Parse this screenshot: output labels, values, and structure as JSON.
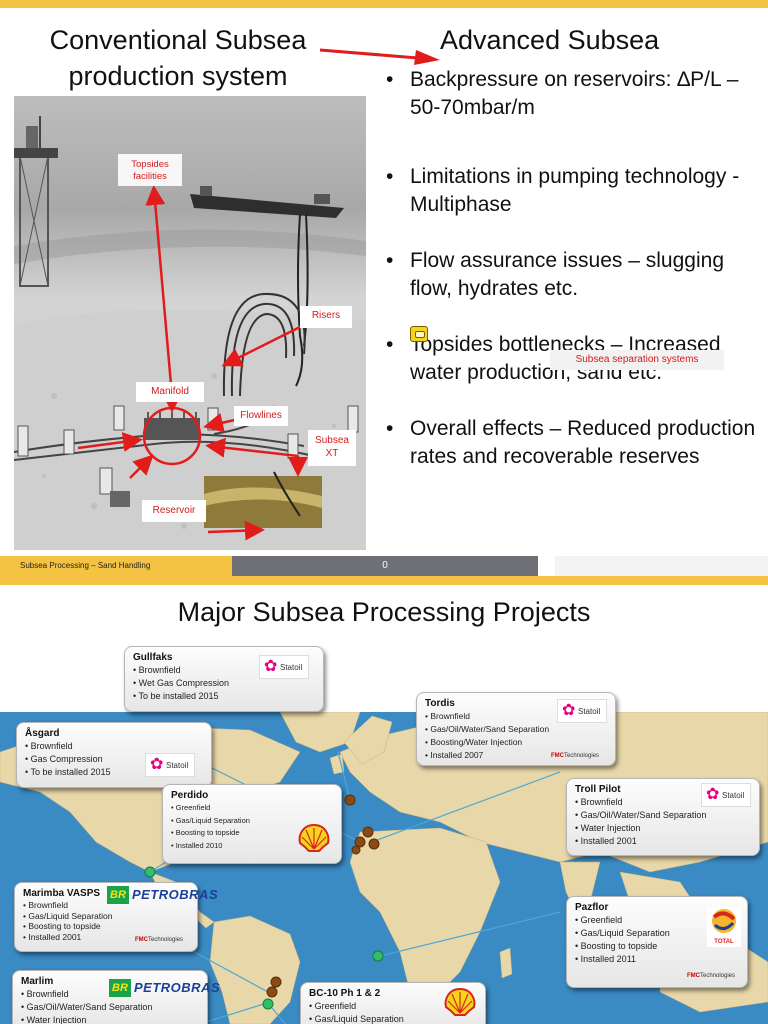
{
  "slide1": {
    "title_left": "Conventional Subsea production system",
    "title_right": "Advanced Subsea",
    "bullets": [
      "Backpressure on reservoirs: ∆P/L – 50-70mbar/m",
      "Limitations in pumping technology - Multiphase",
      "Flow assurance issues – slugging flow, hydrates etc.",
      "Topsides bottlenecks – Increased water production, sand etc.",
      "Overall effects – Reduced production rates and recoverable reserves"
    ],
    "callout": "Subsea separation systems",
    "diagram_labels": {
      "topsides": "Topsides facilities",
      "risers": "Risers",
      "manifold": "Manifold",
      "flowlines": "Flowlines",
      "subsea_xt": "Subsea XT",
      "reservoir": "Reservoir"
    },
    "footer_left": "Subsea Processing – Sand Handling",
    "footer_page": "0",
    "colors": {
      "accent": "#f5c343",
      "label_red": "#d21c1c",
      "footer_gray": "#6f6f76"
    }
  },
  "slide2": {
    "title": "Major Subsea Processing Projects",
    "projects": [
      {
        "name": "Gullfaks",
        "items": [
          "Brownfield",
          "Wet Gas Compression",
          "To be installed 2015"
        ],
        "logo": "Statoil"
      },
      {
        "name": "Tordis",
        "items": [
          "Brownfield",
          "Gas/Oil/Water/Sand Separation",
          "Boosting/Water Injection",
          "Installed 2007"
        ],
        "logo": "Statoil",
        "logo2": "FMC Technologies"
      },
      {
        "name": "Åsgard",
        "items": [
          "Brownfield",
          "Gas Compression",
          "To be installed 2015"
        ],
        "logo": "Statoil"
      },
      {
        "name": "Perdido",
        "items": [
          "Greenfield",
          "Gas/Liquid Separation",
          "Boosting to topside",
          "Installed 2010"
        ],
        "logo": "shell-logo"
      },
      {
        "name": "Troll Pilot",
        "items": [
          "Brownfield",
          "Gas/Oil/Water/Sand Separation",
          "Water Injection",
          "Installed 2001"
        ],
        "logo": "Statoil"
      },
      {
        "name": "Marimba VASPS",
        "items": [
          "Brownfield",
          "Gas/Liquid Separation",
          "Boosting to topside",
          "Installed 2001"
        ],
        "logo": "PETROBRAS",
        "logo2": "FMC Technologies"
      },
      {
        "name": "Pazflor",
        "items": [
          "Greenfield",
          "Gas/Liquid Separation",
          "Boosting to topside",
          "Installed 2011"
        ],
        "logo": "TOTAL",
        "logo2": "FMC Technologies"
      },
      {
        "name": "Marlim",
        "items": [
          "Brownfield",
          "Gas/Oil/Water/Sand Separation",
          "Water Injection"
        ],
        "logo": "PETROBRAS"
      },
      {
        "name": "BC-10 Ph 1 & 2",
        "items": [
          "Greenfield",
          "Gas/Liquid Separation"
        ],
        "logo": "shell-logo"
      }
    ],
    "logos": {
      "statoil": "Statoil",
      "petrobras_br": "BR",
      "petrobras": "PETROBRAS",
      "fmc": "FMC",
      "fmc_tech": "Technologies",
      "total": "TOTAL"
    }
  }
}
